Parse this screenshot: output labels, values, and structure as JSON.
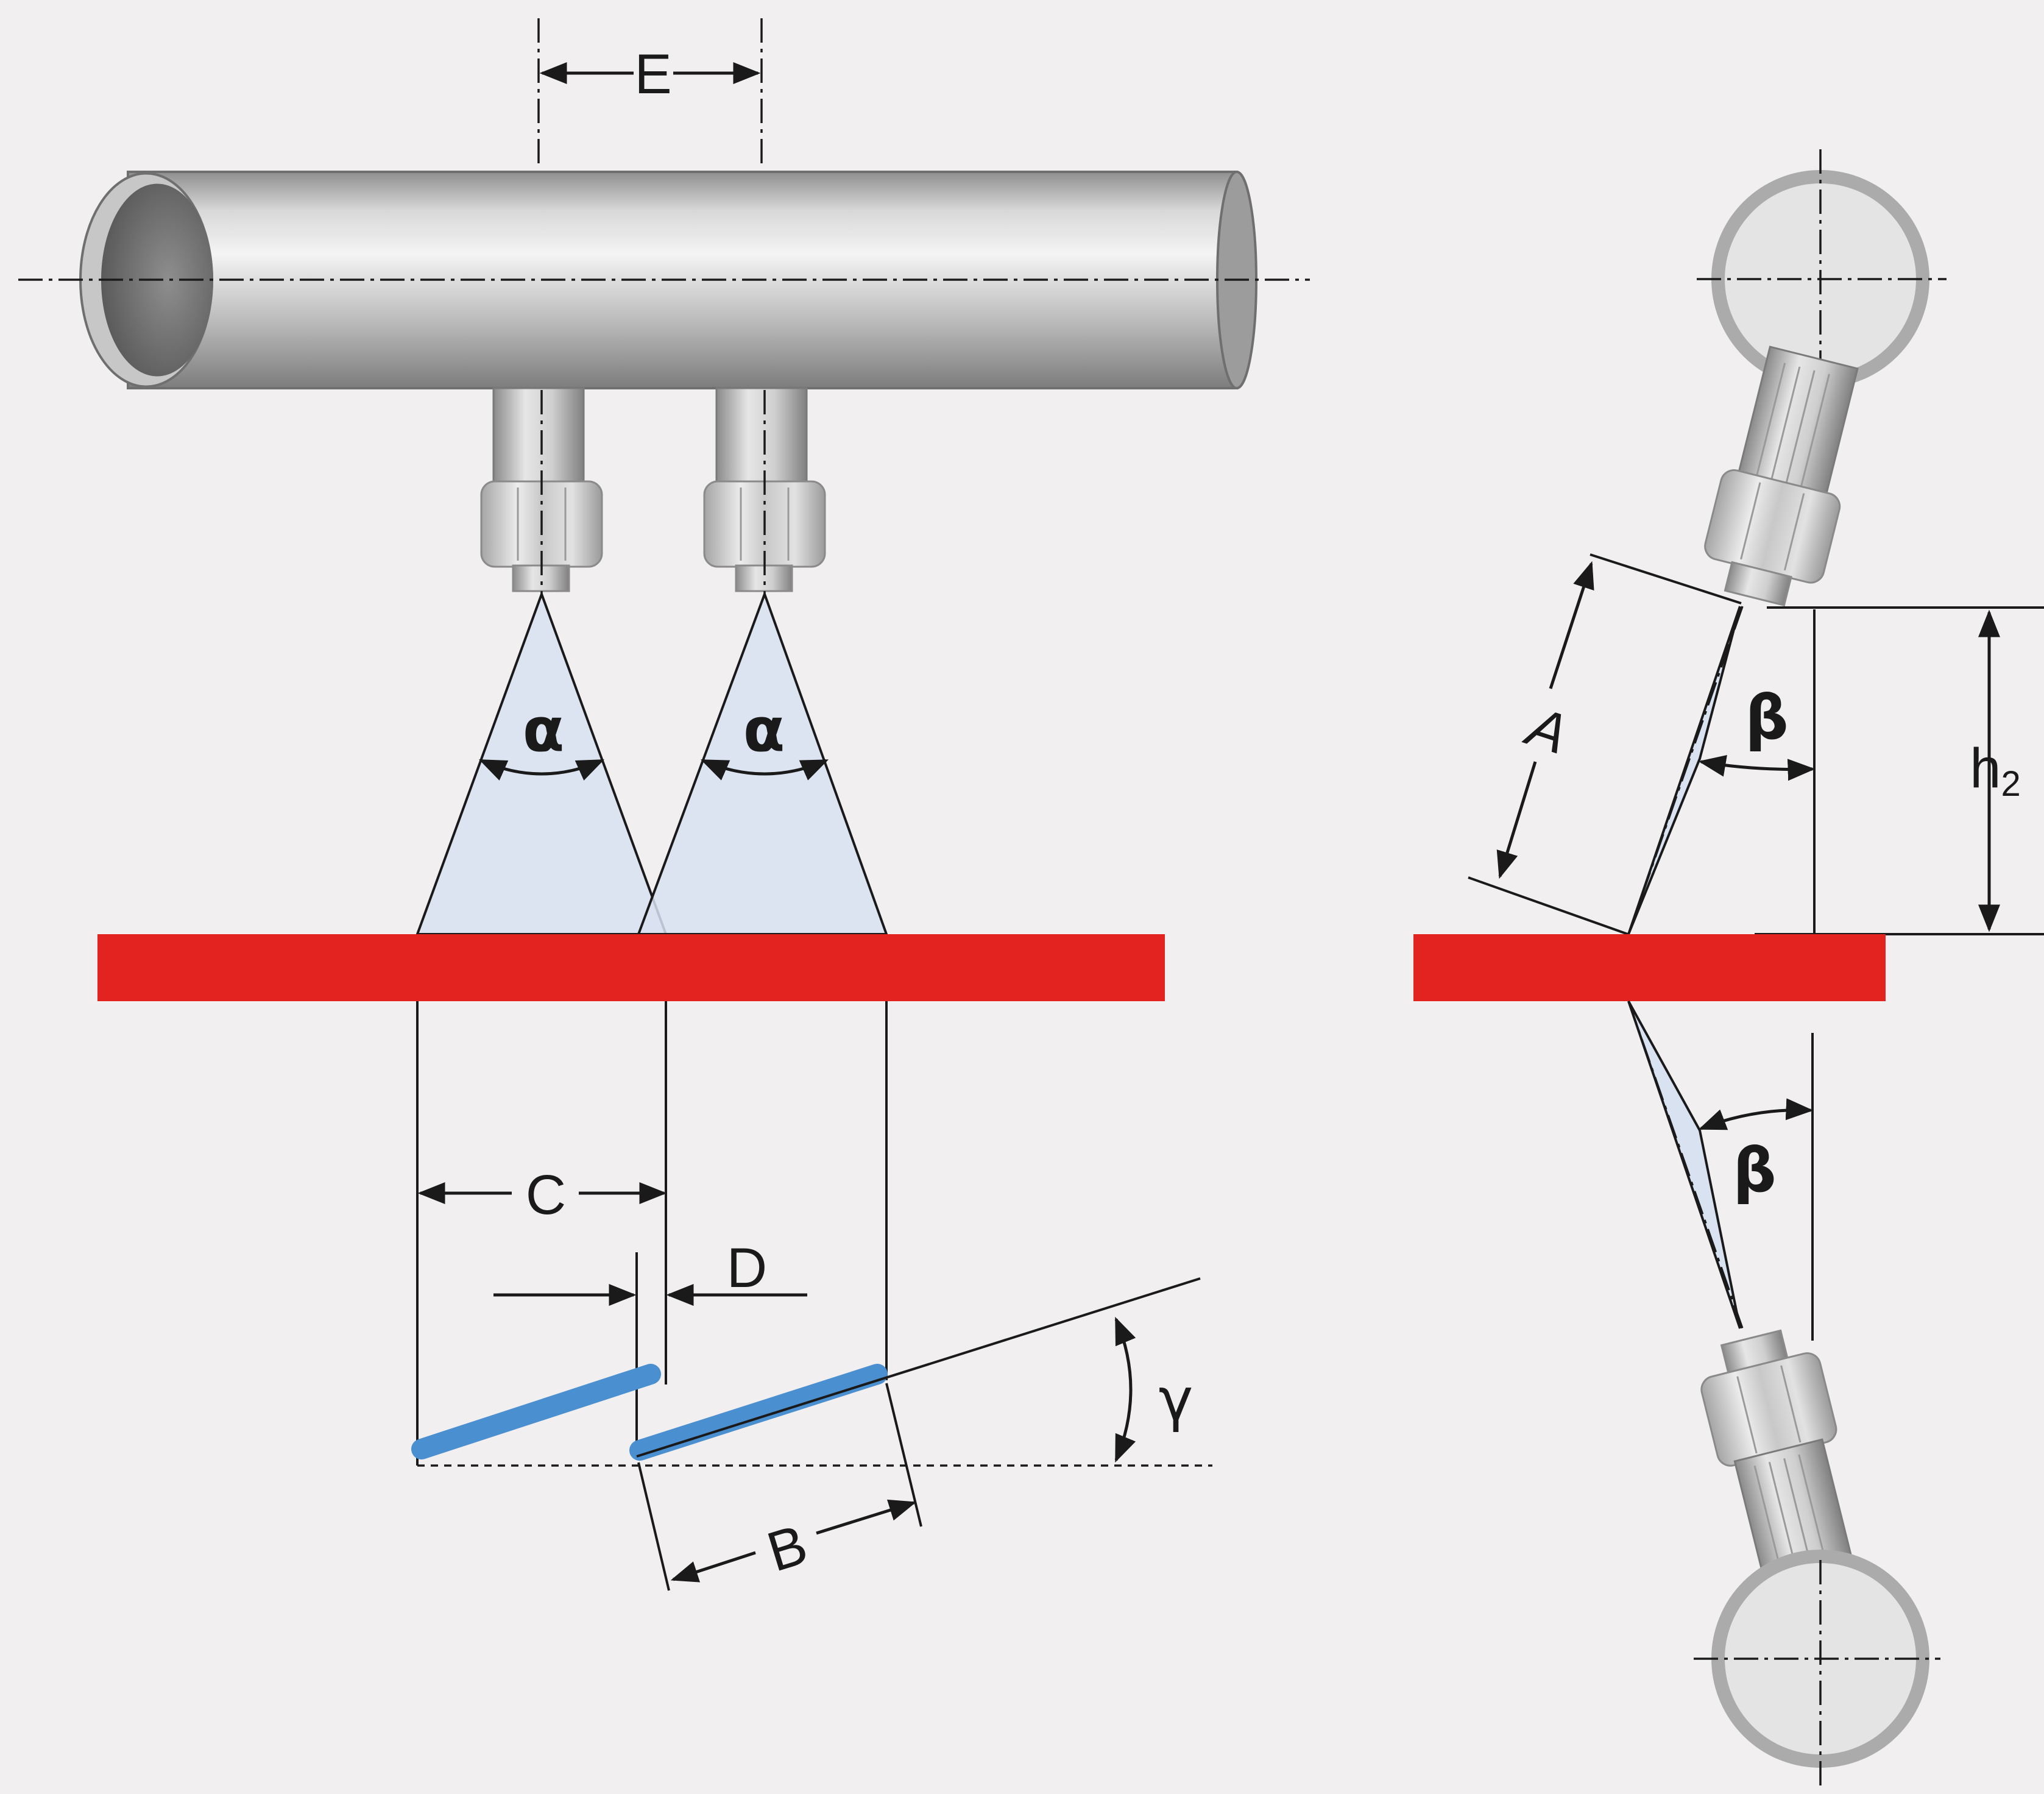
{
  "colors": {
    "background": "#f1eff0",
    "surface": "#e3231f",
    "target_line": "#4a8fd0",
    "spray_fill": "#d9e2f1",
    "pipe": "#bdbdbd",
    "line": "#1a1a1a"
  },
  "icons": [
    "header-pipe-icon",
    "nozzle-icon",
    "spray-cone-icon",
    "pipe-section-icon"
  ],
  "labels": {
    "E": "E",
    "alpha_left": "α",
    "alpha_right": "α",
    "C": "C",
    "D": "D",
    "gamma": "γ",
    "B": "B",
    "A": "A",
    "beta_top": "β",
    "beta_bottom": "β",
    "h2_base": "h",
    "h2_sub": "2"
  }
}
